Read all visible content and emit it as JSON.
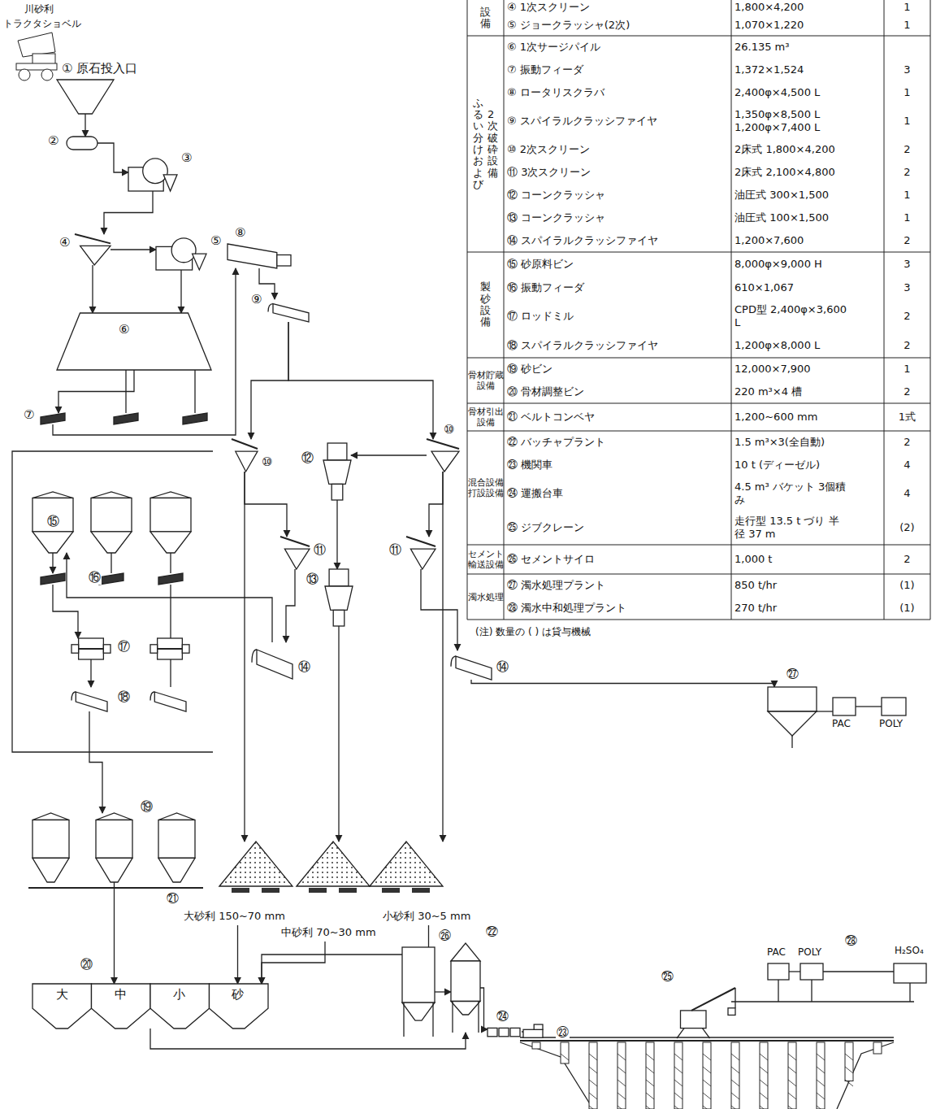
{
  "diagram": {
    "nodes": [
      {
        "text": [
          "① 原石投入口"
        ]
      },
      {
        "text": [
          "②"
        ]
      },
      {
        "text": [
          "③"
        ]
      },
      {
        "text": [
          "④"
        ]
      },
      {
        "text": [
          "⑤"
        ]
      },
      {
        "text": [
          "⑥"
        ]
      },
      {
        "text": [
          "⑦"
        ]
      },
      {
        "text": [
          "⑧"
        ]
      },
      {
        "text": [
          "⑨"
        ]
      },
      {
        "text": [
          "⑩"
        ]
      },
      {
        "text": [
          "⑩"
        ]
      },
      {
        "text": [
          "⑫"
        ]
      },
      {
        "text": [
          "⑪"
        ]
      },
      {
        "text": [
          "⑪"
        ]
      },
      {
        "text": [
          "⑬"
        ]
      },
      {
        "text": [
          "⑭"
        ]
      },
      {
        "text": [
          "⑭"
        ]
      },
      {
        "text": [
          "⑮"
        ]
      },
      {
        "text": [
          "⑯"
        ]
      },
      {
        "text": [
          "⑰"
        ]
      },
      {
        "text": [
          "⑱"
        ]
      },
      {
        "text": [
          "⑲"
        ]
      },
      {
        "text": [
          "大砂利 150~70 mm"
        ]
      },
      {
        "text": [
          "中砂利 70~30 mm"
        ]
      },
      {
        "text": [
          "小砂利 30~5 mm"
        ]
      },
      {
        "text": [
          "⑳"
        ]
      },
      {
        "text": [
          "大"
        ],
        "in": 25
      },
      {
        "text": [
          "中"
        ],
        "in": 25
      },
      {
        "text": [
          "小"
        ],
        "in": 25
      },
      {
        "text": [
          "砂"
        ],
        "in": 25
      },
      {
        "text": [
          "㉖"
        ]
      },
      {
        "text": [
          "㉒"
        ]
      },
      {
        "text": [
          "㉔"
        ]
      },
      {
        "text": [
          "㉓"
        ]
      },
      {
        "text": [
          "㉕"
        ]
      },
      {
        "text": [
          "㉗"
        ]
      },
      {
        "text": [
          "PAC"
        ]
      },
      {
        "text": [
          "POLY"
        ]
      },
      {
        "text": [
          "PAC"
        ]
      },
      {
        "text": [
          "POLY"
        ]
      },
      {
        "text": [
          "H₂SO₄"
        ]
      }
    ],
    "edges": [
      {
        "from": 0,
        "to": 1,
        "arrow": "to"
      },
      {
        "from": 1,
        "to": 2,
        "arrow": "to"
      },
      {
        "from": 2,
        "to": 3,
        "arrow": "to"
      },
      {
        "from": 3,
        "to": 4,
        "arrow": "to"
      },
      {
        "from": 3,
        "to": 5,
        "arrow": "to"
      },
      {
        "from": 4,
        "to": 5,
        "arrow": "to"
      },
      {
        "from": 5,
        "to": 6,
        "arrow": "to"
      },
      {
        "from": 6,
        "to": 7,
        "arrow": "to"
      },
      {
        "from": 7,
        "to": 8,
        "arrow": "to"
      },
      {
        "from": 8,
        "to": 9,
        "arrow": "to"
      },
      {
        "from": 8,
        "to": 10,
        "arrow": "to"
      },
      {
        "from": 9,
        "to": 12,
        "arrow": "to"
      },
      {
        "from": 10,
        "to": 11,
        "arrow": "to"
      },
      {
        "from": 10,
        "to": 13,
        "arrow": "to"
      },
      {
        "from": 11,
        "to": 14,
        "arrow": "to"
      },
      {
        "from": 12,
        "to": 15,
        "arrow": "to"
      },
      {
        "from": 13,
        "to": 16,
        "arrow": "to"
      },
      {
        "from": 9,
        "to": 22,
        "arrow": "to"
      },
      {
        "from": 14,
        "to": 23,
        "arrow": "to"
      },
      {
        "from": 10,
        "to": 24,
        "arrow": "to"
      },
      {
        "from": 15,
        "to": 17,
        "arrow": "to"
      },
      {
        "from": 17,
        "to": 18,
        "arrow": "to"
      },
      {
        "from": 18,
        "to": 19,
        "arrow": "to"
      },
      {
        "from": 19,
        "to": 20,
        "arrow": "to"
      },
      {
        "from": 20,
        "to": 21,
        "arrow": "to"
      },
      {
        "from": 21,
        "to": 25,
        "arrow": "to"
      },
      {
        "from": 22,
        "to": 25,
        "arrow": "to"
      },
      {
        "from": 23,
        "to": 25,
        "arrow": "to"
      },
      {
        "from": 24,
        "to": 25,
        "arrow": "to"
      },
      {
        "from": 25,
        "to": 31,
        "arrow": "to"
      },
      {
        "from": 30,
        "to": 31,
        "arrow": "to"
      },
      {
        "from": 31,
        "to": 32,
        "arrow": "to"
      },
      {
        "from": 33,
        "to": 32,
        "arrow": "none"
      },
      {
        "from": 16,
        "to": 35,
        "arrow": "to"
      },
      {
        "from": 35,
        "to": 36,
        "arrow": "none"
      },
      {
        "from": 36,
        "to": 37,
        "arrow": "none"
      },
      {
        "from": 38,
        "to": 39,
        "arrow": "none"
      },
      {
        "from": 39,
        "to": 40,
        "arrow": "none"
      }
    ],
    "labels": [
      "川砂利",
      "トラクタショベル",
      "㉑",
      "㉘",
      "(注) 数量の ( ) は貸与機械",
      "設備",
      "④ 1次スクリーン",
      "1,800×4,200",
      "1",
      "⑤ ジョークラッシャ(2次)",
      "1,070×1,220",
      "1",
      "ふるい分けおよび",
      "2次破砕設備",
      "⑥ 1次サージパイル",
      "26.135 m³",
      "⑦ 振動フィーダ",
      "1,372×1,524",
      "3",
      "⑧ ロータリスクラバ",
      "2,400φ×4,500 L",
      "1",
      "⑨ スパイラルクラッシファイヤ",
      "1,350φ×8,500 L 1,200φ×7,400 L",
      "1",
      "⑩ 2次スクリーン",
      "2床式 1,800×4,200",
      "2",
      "⑪ 3次スクリーン",
      "2床式 2,100×4,800",
      "2",
      "⑫ コーンクラッシャ",
      "油圧式 300×1,500",
      "1",
      "⑬ コーンクラッシャ",
      "油圧式 100×1,500",
      "1",
      "⑭ スパイラルクラッシファイヤ",
      "1,200×7,600",
      "2",
      "製砂設備",
      "⑮ 砂原料ビン",
      "8,000φ×9,000 H",
      "3",
      "⑯ 振動フィーダ",
      "610×1,067",
      "3",
      "⑰ ロッドミル",
      "CPD型 2,400φ×3,600 L",
      "2",
      "⑱ スパイラルクラッシファイヤ",
      "1,200φ×8,000 L",
      "2",
      "骨材貯蔵 設備",
      "⑲ 砂ビン",
      "12,000×7,900",
      "1",
      "⑳ 骨材調整ビン",
      "220 m³×4 槽",
      "2",
      "骨材引出 設備",
      "㉑ ベルトコンベヤ",
      "1,200~600 mm",
      "1式",
      "混合設備 打設設備",
      "㉒ バッチャプラント",
      "1.5 m³×3(全自動)",
      "2",
      "㉓ 機関車",
      "10 t (ディーゼル)",
      "4",
      "㉔ 運搬台車",
      "4.5 m³ バケット 3個積み",
      "4",
      "㉕ ジブクレーン",
      "走行型 13.5 t づり 半径 37 m",
      "(2)",
      "セメント 輸送設備",
      "㉖ セメントサイロ",
      "1,000 t",
      "2",
      "濁水処理",
      "㉗ 濁水処理プラント",
      "850 t/hr",
      "(1)",
      "㉘ 濁水中和処理プラント",
      "270 t/hr",
      "(1)"
    ]
  }
}
